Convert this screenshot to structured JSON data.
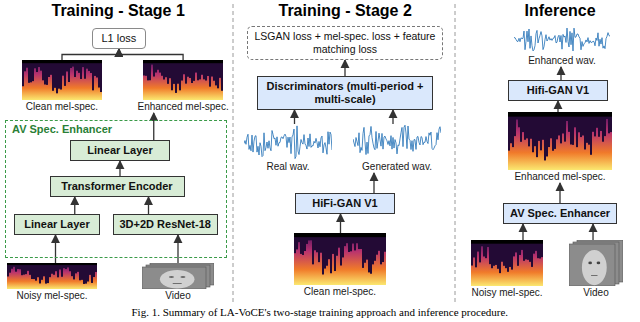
{
  "diagram": {
    "caption": "Fig. 1. Summary of LA-VoCE's two-stage training approach and inference procedure.",
    "nodes": [
      {
        "text": [
          "L1 loss"
        ]
      },
      {
        "text": [
          "Clean mel-spec."
        ]
      },
      {
        "text": [
          "Enhanced mel-spec."
        ]
      },
      {
        "text": [
          "AV Spec. Enhancer"
        ]
      },
      {
        "text": [
          "Linear Layer"
        ],
        "in": 3
      },
      {
        "text": [
          "Transformer Encoder"
        ],
        "in": 3
      },
      {
        "text": [
          "Linear Layer"
        ],
        "in": 3
      },
      {
        "text": [
          "3D+2D ResNet-18"
        ],
        "in": 3
      },
      {
        "text": [
          "Noisy mel-spec."
        ]
      },
      {
        "text": [
          "Video"
        ]
      },
      {
        "text": [
          "LSGAN loss + mel-spec. loss + feature matching loss"
        ]
      },
      {
        "text": [
          "Discriminators (multi-period + multi-scale)"
        ]
      },
      {
        "text": [
          "Real wav."
        ]
      },
      {
        "text": [
          "Generated wav."
        ]
      },
      {
        "text": [
          "HiFi-GAN V1"
        ]
      },
      {
        "text": [
          "Clean mel-spec."
        ]
      },
      {
        "text": [
          "Enhanced wav."
        ]
      },
      {
        "text": [
          "Hifi-GAN V1"
        ]
      },
      {
        "text": [
          "Enhanced mel-spec."
        ]
      },
      {
        "text": [
          "AV Spec. Enhancer"
        ]
      },
      {
        "text": [
          "Noisy mel-spec."
        ]
      },
      {
        "text": [
          "Video"
        ]
      }
    ],
    "edges": [
      {
        "from": 1,
        "to": 0,
        "arrow": "to"
      },
      {
        "from": 2,
        "to": 0,
        "arrow": "to"
      },
      {
        "from": 4,
        "to": 2,
        "arrow": "to"
      },
      {
        "from": 5,
        "to": 4,
        "arrow": "to"
      },
      {
        "from": 6,
        "to": 5,
        "arrow": "to"
      },
      {
        "from": 7,
        "to": 5,
        "arrow": "to"
      },
      {
        "from": 8,
        "to": 6,
        "arrow": "to"
      },
      {
        "from": 9,
        "to": 7,
        "arrow": "to"
      },
      {
        "from": 12,
        "to": 11,
        "arrow": "to"
      },
      {
        "from": 13,
        "to": 11,
        "arrow": "to"
      },
      {
        "from": 11,
        "to": 10,
        "arrow": "to"
      },
      {
        "from": 14,
        "to": 13,
        "arrow": "to"
      },
      {
        "from": 15,
        "to": 14,
        "arrow": "to"
      },
      {
        "from": 17,
        "to": 16,
        "arrow": "to"
      },
      {
        "from": 18,
        "to": 17,
        "arrow": "to"
      },
      {
        "from": 19,
        "to": 18,
        "arrow": "to"
      },
      {
        "from": 20,
        "to": 19,
        "arrow": "to"
      },
      {
        "from": 21,
        "to": 19,
        "arrow": "to"
      }
    ],
    "labels": [
      "Training - Stage 1",
      "Training - Stage 2",
      "Inference"
    ]
  }
}
